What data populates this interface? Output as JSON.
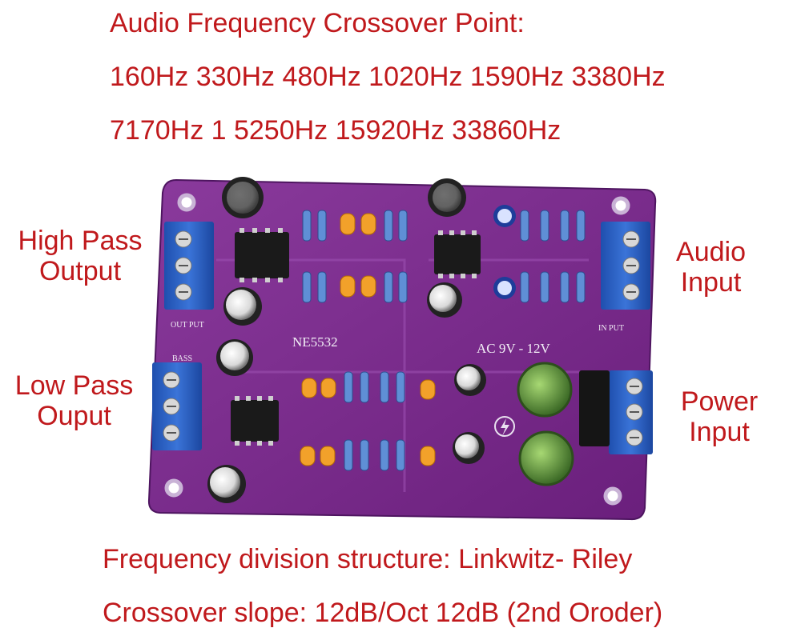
{
  "header": {
    "line1": "Audio Frequency Crossover Point:",
    "line2": "160Hz 330Hz 480Hz 1020Hz 1590Hz 3380Hz",
    "line3": "7170Hz 1 5250Hz 15920Hz 33860Hz"
  },
  "labels": {
    "high_pass_line1": "High Pass",
    "high_pass_line2": "Output",
    "low_pass_line1": "Low Pass",
    "low_pass_line2": "Ouput",
    "audio_line1": "Audio",
    "audio_line2": "Input",
    "power_line1": "Power",
    "power_line2": "Input"
  },
  "board_silk": {
    "chip": "NE5532",
    "voltage": "AC  9V  -  12V",
    "out_put": "OUT PUT",
    "in_put": "IN PUT",
    "bass": "BASS"
  },
  "footer": {
    "line1": "Frequency division structure: Linkwitz- Riley",
    "line2": "Crossover slope: 12dB/Oct 12dB (2nd Oroder)"
  },
  "colors": {
    "text_red": "#c0191c",
    "pcb_purple": "#7a2a8c",
    "terminal_blue": "#2f63c6"
  }
}
